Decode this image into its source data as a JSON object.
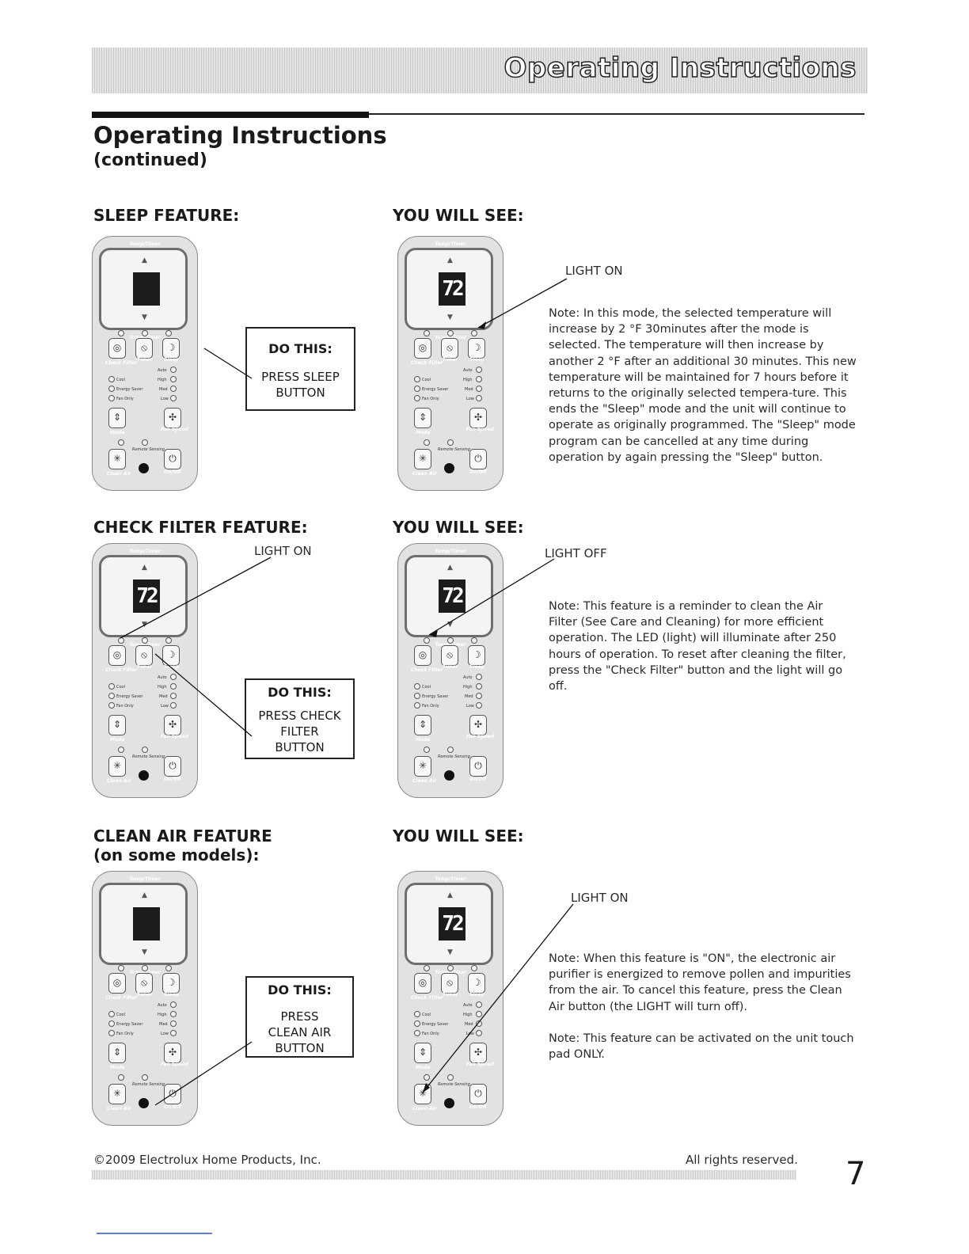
{
  "banner": {
    "title": "Operating Instructions"
  },
  "page": {
    "title": "Operating Instructions",
    "subtitle": "(continued)"
  },
  "remote_labels": {
    "temp_timer": "Temp/Timer",
    "lcd_digits": "72",
    "check_filter": "Check Filter",
    "timer": "Timer",
    "sleep": "Sleep",
    "auto": "Auto",
    "cool": "Cool",
    "high": "High",
    "energy_saver": "Energy Saver",
    "med": "Med",
    "fan_only": "Fan Only",
    "low": "Low",
    "mode": "Mode",
    "fan_speed": "Fan Speed",
    "remote_sensing": "Remote Sensing",
    "clean_air": "Clean Air",
    "on_off": "On/Off"
  },
  "sections": {
    "sleep": {
      "heading": "SLEEP FEATURE:",
      "see_heading": "YOU WILL SEE:",
      "do_heading": "DO THIS:",
      "do_text": "PRESS SLEEP BUTTON",
      "light": "LIGHT ON",
      "note": "Note: In this mode, the selected temperature will increase by 2 °F 30minutes after the mode is selected. The temperature will then increase by another 2 °F after an additional 30 minutes. This new temperature will be maintained for 7 hours before it returns to the originally selected tempera-ture. This ends the \"Sleep\" mode and the unit will continue to operate as originally programmed. The \"Sleep\" mode program can be cancelled at any time during operation by again pressing the \"Sleep\" button."
    },
    "check_filter": {
      "heading": "CHECK FILTER FEATURE:",
      "see_heading": "YOU WILL SEE:",
      "do_heading": "DO THIS:",
      "do_text": "PRESS CHECK FILTER BUTTON",
      "light_left": "LIGHT ON",
      "light": "LIGHT OFF",
      "note": "Note: This feature is a reminder to clean the Air Filter (See Care and Cleaning) for more efficient operation. The LED (light) will illuminate after 250 hours of operation. To reset after cleaning the filter, press the \"Check Filter\" button and the light will go off."
    },
    "clean_air": {
      "heading": "CLEAN AIR FEATURE",
      "heading2": "(on some models):",
      "see_heading": "YOU WILL SEE:",
      "do_heading": "DO THIS:",
      "do_text": "PRESS CLEAN AIR BUTTON",
      "light": "LIGHT ON",
      "note1": "Note: When this feature is \"ON\", the electronic air purifier is energized to remove pollen and impurities from the air. To cancel this feature, press the Clean Air button (the LIGHT will turn off).",
      "note2": "Note: This feature can be activated on the unit touch pad ONLY."
    }
  },
  "footer": {
    "copyright": "©2009 Electrolux Home Products, Inc.",
    "rights": "All rights reserved.",
    "page_number": "7"
  }
}
